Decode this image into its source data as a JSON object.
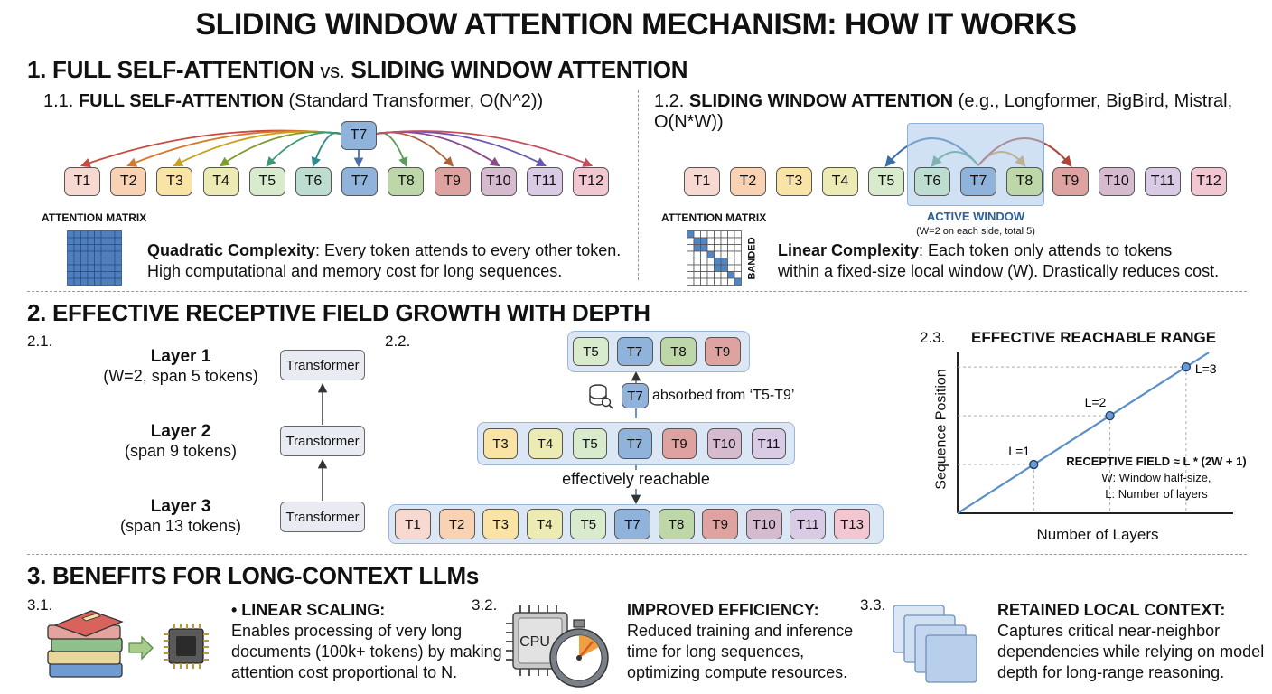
{
  "title": "SLIDING WINDOW ATTENTION MECHANISM: HOW IT WORKS",
  "section1": {
    "heading_a": "1. FULL SELF-ATTENTION",
    "heading_vs": "vs.",
    "heading_b": "SLIDING WINDOW ATTENTION",
    "full": {
      "num": "1.1.",
      "name": "FULL SELF-ATTENTION",
      "detail": "(Standard Transformer, O(N^2))",
      "query_token": "T7",
      "matrix_label": "ATTENTION MATRIX",
      "complexity_title": "Quadratic Complexity",
      "complexity_line1": ": Every token attends to every other token.",
      "complexity_line2": "High computational and memory cost for long sequences."
    },
    "sliding": {
      "num": "1.2.",
      "name": "SLIDING WINDOW ATTENTION",
      "detail": "(e.g., Longformer, BigBird, Mistral, O(N*W))",
      "window_label": "ACTIVE WINDOW",
      "window_note": "(W=2 on each side, total 5)",
      "matrix_label": "ATTENTION MATRIX",
      "banded_label": "BANDED",
      "complexity_title": "Linear Complexity",
      "complexity_line1": ": Each token only attends to tokens",
      "complexity_line2": "within a fixed-size local window (W). Drastically reduces cost."
    },
    "tokens": [
      "T1",
      "T2",
      "T3",
      "T4",
      "T5",
      "T6",
      "T7",
      "T8",
      "T9",
      "T10",
      "T11",
      "T12"
    ],
    "token_colors": [
      "#f7d9d2",
      "#f9d2b4",
      "#f9e3a5",
      "#ecebb4",
      "#d8ebcd",
      "#bcddcf",
      "#8fb3da",
      "#bed7a8",
      "#dea3a0",
      "#d6bbcf",
      "#d9cbe6",
      "#f2c7d1"
    ]
  },
  "section2": {
    "heading": "2. EFFECTIVE RECEPTIVE FIELD GROWTH WITH DEPTH",
    "num_a": "2.1.",
    "num_b": "2.2.",
    "num_c": "2.3.",
    "layers": [
      {
        "name": "Layer 1",
        "note": "(W=2, span 5 tokens)"
      },
      {
        "name": "Layer 2",
        "note": "(span 9 tokens)"
      },
      {
        "name": "Layer 3",
        "note": "(span 13 tokens)"
      }
    ],
    "transformer_label": "Transformer",
    "row1": [
      "T5",
      "T7",
      "T8",
      "T9"
    ],
    "row2": [
      "T3",
      "T4",
      "T5",
      "T7",
      "T9",
      "T10",
      "T11"
    ],
    "row3": [
      "T1",
      "T2",
      "T3",
      "T4",
      "T5",
      "T7",
      "T8",
      "T9",
      "T10",
      "T11",
      "T13"
    ],
    "absorbed_token": "T7",
    "absorbed_text": "absorbed from ‘T5-T9’",
    "reachable_text": "effectively reachable"
  },
  "chart_data": {
    "type": "line",
    "title": "EFFECTIVE REACHABLE RANGE",
    "xlabel": "Number of Layers",
    "ylabel": "Sequence Position",
    "points": [
      {
        "label": "L=1",
        "x": 1,
        "y": 1
      },
      {
        "label": "L=2",
        "x": 2,
        "y": 2
      },
      {
        "label": "L=3",
        "x": 3,
        "y": 3
      }
    ],
    "annotation_title": "RECEPTIVE FIELD ≈ L * (2W + 1)",
    "annotation_line1": "W: Window half-size,",
    "annotation_line2": "L: Number of layers",
    "line_color": "#5b8fc7"
  },
  "section3": {
    "heading": "3. BENEFITS FOR LONG-CONTEXT LLMs",
    "items": [
      {
        "num": "3.1.",
        "title": "• LINEAR SCALING:",
        "lines": [
          "Enables processing of very long",
          "documents (100k+ tokens) by making",
          "attention cost proportional to N."
        ]
      },
      {
        "num": "3.2.",
        "title": "IMPROVED EFFICIENCY:",
        "lines": [
          "Reduced training and inference",
          "time for long sequences,",
          "optimizing compute resources."
        ]
      },
      {
        "num": "3.3.",
        "title": "RETAINED LOCAL CONTEXT:",
        "lines": [
          "Captures critical near-neighbor",
          "dependencies while relying on model",
          "depth for long-range reasoning."
        ]
      }
    ],
    "cpu_label": "CPU"
  }
}
